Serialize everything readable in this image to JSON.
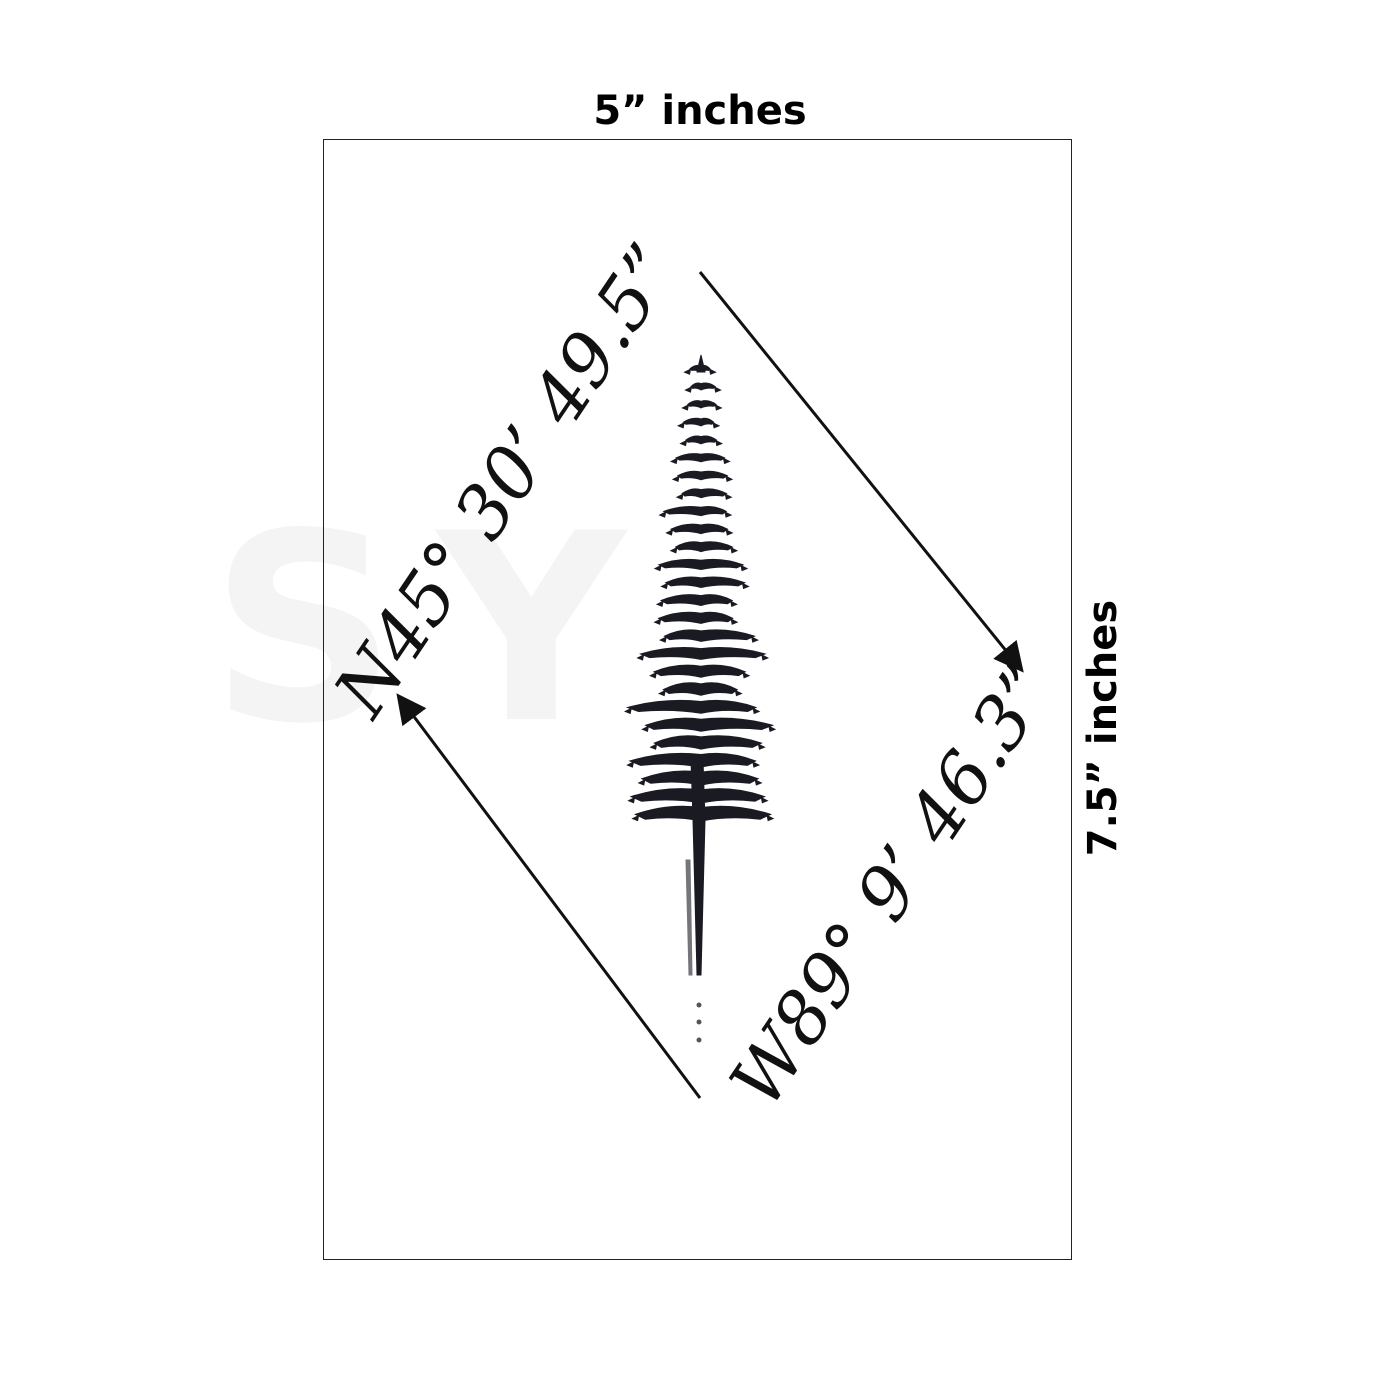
{
  "watermark": {
    "text": "SY"
  },
  "dimensions": {
    "width_label": "5” inches",
    "height_label": "7.5” inches"
  },
  "coordinates": {
    "latitude": "N45° 30’ 49.5”",
    "longitude": "W89° 9’ 46.3”"
  },
  "design": {
    "motif": "pine-tree",
    "ink_color": "#111111"
  }
}
